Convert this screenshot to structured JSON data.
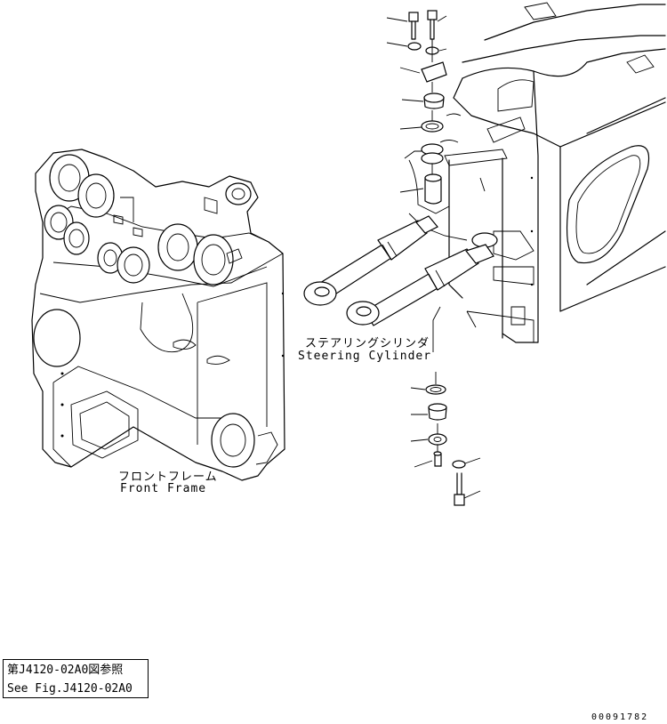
{
  "labels": {
    "steering_cylinder_jp": "ステアリングシリンダ",
    "steering_cylinder_en": "Steering Cylinder",
    "front_frame_jp": "フロントフレーム",
    "front_frame_en": "Front Frame"
  },
  "reference": {
    "line1": "第J4120-02A0図参照",
    "line2": "See Fig.J4120-02A0"
  },
  "drawing_code": "00091782"
}
